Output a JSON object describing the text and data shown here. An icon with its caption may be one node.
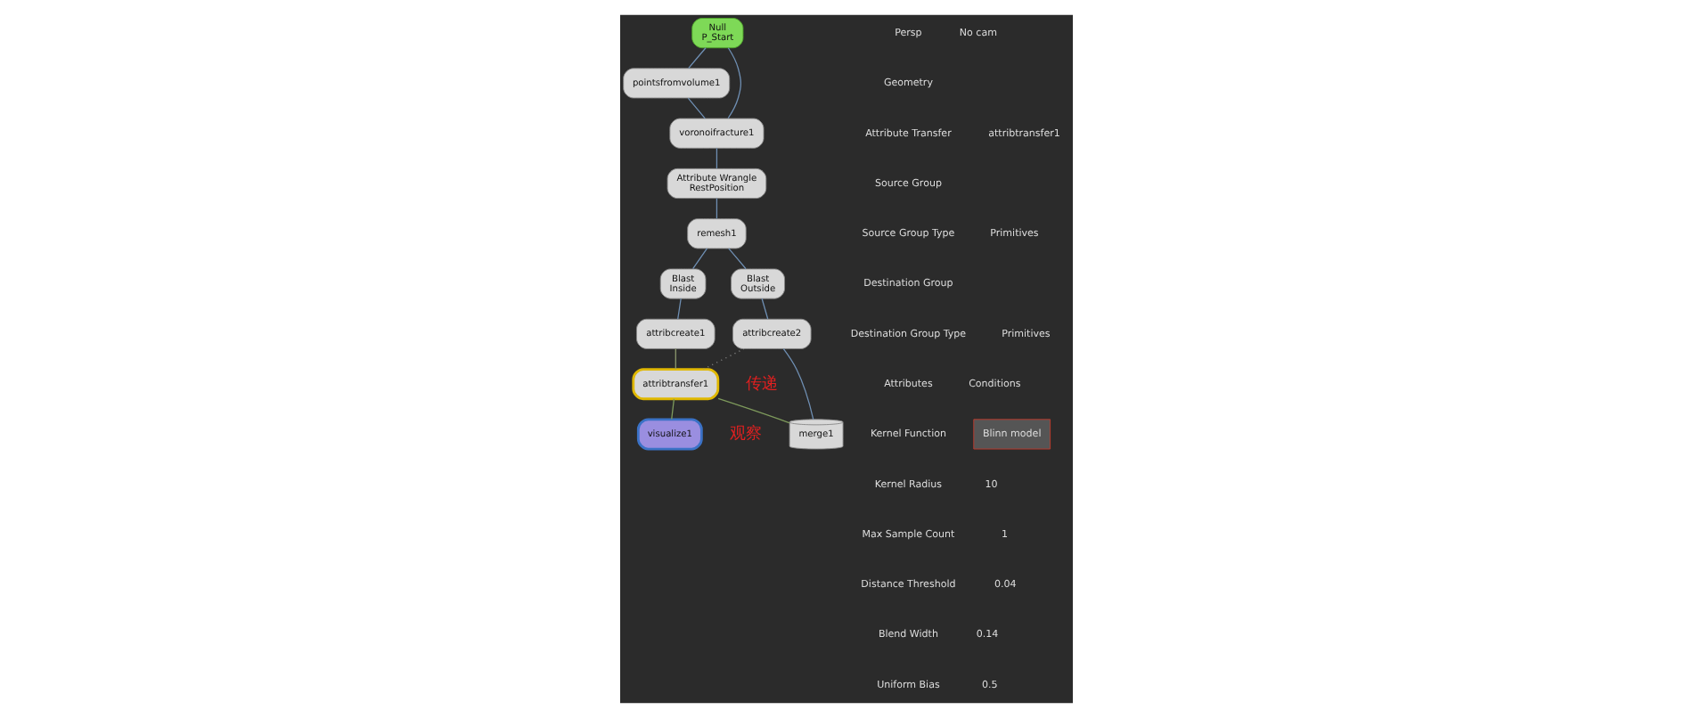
{
  "diagram": {
    "nodes": [
      {
        "text": [
          "Null",
          "P_Start"
        ]
      },
      {
        "text": [
          "pointsfromvolume1"
        ]
      },
      {
        "text": [
          "voronoifracture1"
        ]
      },
      {
        "text": [
          "Attribute Wrangle",
          "RestPosition"
        ]
      },
      {
        "text": [
          "remesh1"
        ]
      },
      {
        "text": [
          "Blast",
          "Inside"
        ]
      },
      {
        "text": [
          "Blast",
          "Outside"
        ]
      },
      {
        "text": [
          "attribcreate1"
        ]
      },
      {
        "text": [
          "attribcreate2"
        ]
      },
      {
        "text": [
          "attribtransfer1"
        ]
      },
      {
        "text": [
          "visualize1"
        ]
      },
      {
        "text": [
          "merge1"
        ]
      }
    ],
    "edges": [
      {
        "from": 0,
        "to": 1,
        "arrow": "none"
      },
      {
        "from": 0,
        "to": 2,
        "arrow": "none"
      },
      {
        "from": 1,
        "to": 2,
        "arrow": "none"
      },
      {
        "from": 2,
        "to": 3,
        "arrow": "none"
      },
      {
        "from": 3,
        "to": 4,
        "arrow": "none"
      },
      {
        "from": 4,
        "to": 5,
        "arrow": "none"
      },
      {
        "from": 4,
        "to": 6,
        "arrow": "none"
      },
      {
        "from": 5,
        "to": 7,
        "arrow": "none"
      },
      {
        "from": 6,
        "to": 8,
        "arrow": "none"
      },
      {
        "from": 7,
        "to": 9,
        "arrow": "none",
        "color": "#8d9a6e"
      },
      {
        "from": 8,
        "to": 9,
        "arrow": "none",
        "style": "dashed",
        "color": "#9a9a9a"
      },
      {
        "from": 9,
        "to": 11,
        "arrow": "none",
        "color": "#7e9a5c"
      },
      {
        "from": 8,
        "to": 11,
        "arrow": "none"
      },
      {
        "from": 9,
        "to": 10,
        "arrow": "none",
        "color": "#7e9a5c"
      }
    ],
    "labels": [
      "Persp",
      "No cam",
      "Geometry",
      "Attribute Transfer",
      "attribtransfer1",
      "Source Group",
      "Source Group Type",
      "Primitives",
      "Destination Group",
      "Destination Group Type",
      "Primitives",
      "Attributes",
      "Conditions",
      "Kernel Function",
      "Blinn model",
      "Kernel Radius",
      "10",
      "Max Sample Count",
      "1",
      "Distance Threshold",
      "0.04",
      "Blend Width",
      "0.14",
      "Uniform Bias",
      "0.5",
      "传递",
      "观察"
    ]
  }
}
